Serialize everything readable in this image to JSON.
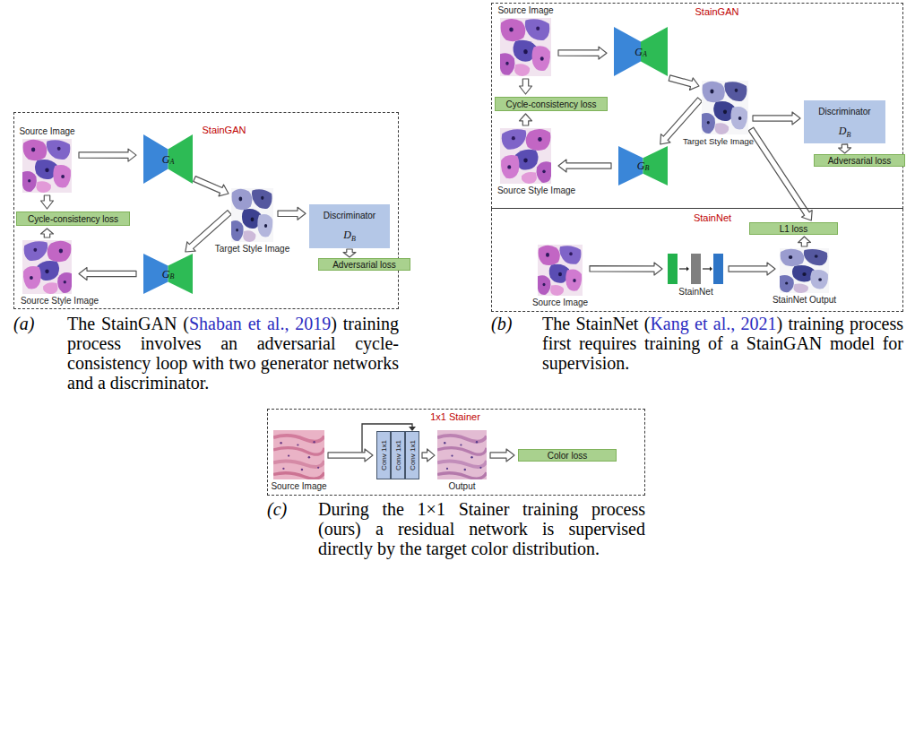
{
  "diagram": {
    "nodes": [
      {
        "text": [
          "StainGAN"
        ]
      },
      {
        "text": [
          "Source Image"
        ],
        "in": 0
      },
      {
        "text": [
          "G",
          "A"
        ],
        "in": 0
      },
      {
        "text": [
          "Target Style Image"
        ],
        "in": 0
      },
      {
        "text": [
          "Discriminator",
          "D",
          "B"
        ],
        "in": 0
      },
      {
        "text": [
          "Cycle-consistency loss"
        ],
        "in": 0
      },
      {
        "text": [
          "Adversarial loss"
        ],
        "in": 0
      },
      {
        "text": [
          "Source Style Image"
        ],
        "in": 0
      },
      {
        "text": [
          "G",
          "B"
        ],
        "in": 0
      },
      {
        "text": [
          "StainGAN"
        ]
      },
      {
        "text": [
          "Source Image"
        ],
        "in": 9
      },
      {
        "text": [
          "G",
          "A"
        ],
        "in": 9
      },
      {
        "text": [
          "Target Style Image"
        ],
        "in": 9
      },
      {
        "text": [
          "Discriminator",
          "D",
          "B"
        ],
        "in": 9
      },
      {
        "text": [
          "Cycle-consistency loss"
        ],
        "in": 9
      },
      {
        "text": [
          "Adversarial loss"
        ],
        "in": 9
      },
      {
        "text": [
          "Source Style Image"
        ],
        "in": 9
      },
      {
        "text": [
          "G",
          "B"
        ],
        "in": 9
      },
      {
        "text": [
          "StainNet"
        ]
      },
      {
        "text": [
          "L1 loss"
        ],
        "in": 18
      },
      {
        "text": [
          "Source Image"
        ],
        "in": 18
      },
      {
        "text": [
          "StainNet"
        ],
        "in": 18
      },
      {
        "text": [
          "StainNet Output"
        ],
        "in": 18
      },
      {
        "text": [
          "1x1 Stainer"
        ]
      },
      {
        "text": [
          "Source Image"
        ],
        "in": 23
      },
      {
        "text": [
          "Conv 1x1"
        ],
        "in": 23
      },
      {
        "text": [
          "Conv 1x1"
        ],
        "in": 23
      },
      {
        "text": [
          "Conv 1x1"
        ],
        "in": 23
      },
      {
        "text": [
          "Output"
        ],
        "in": 23
      },
      {
        "text": [
          "Color loss"
        ],
        "in": 23
      }
    ],
    "edges": [
      {
        "from": 1,
        "to": 2,
        "arrow": "to"
      },
      {
        "from": 2,
        "to": 3,
        "arrow": "to"
      },
      {
        "from": 3,
        "to": 4,
        "arrow": "to"
      },
      {
        "from": 4,
        "to": 6,
        "arrow": "to"
      },
      {
        "from": 3,
        "to": 8,
        "arrow": "to"
      },
      {
        "from": 8,
        "to": 7,
        "arrow": "to"
      },
      {
        "from": 1,
        "to": 5,
        "arrow": "to"
      },
      {
        "from": 7,
        "to": 5,
        "arrow": "to"
      },
      {
        "from": 10,
        "to": 11,
        "arrow": "to"
      },
      {
        "from": 11,
        "to": 12,
        "arrow": "to"
      },
      {
        "from": 12,
        "to": 13,
        "arrow": "to"
      },
      {
        "from": 13,
        "to": 15,
        "arrow": "to"
      },
      {
        "from": 12,
        "to": 17,
        "arrow": "to"
      },
      {
        "from": 10,
        "to": 14,
        "arrow": "to"
      },
      {
        "from": 16,
        "to": 14,
        "arrow": "to"
      },
      {
        "from": 17,
        "to": 16,
        "arrow": "to"
      },
      {
        "from": 12,
        "to": 19,
        "arrow": "to"
      },
      {
        "from": 20,
        "to": 21,
        "arrow": "to"
      },
      {
        "from": 21,
        "to": 22,
        "arrow": "to"
      },
      {
        "from": 22,
        "to": 19,
        "arrow": "to"
      },
      {
        "from": 24,
        "to": 25,
        "arrow": "to"
      },
      {
        "from": 27,
        "to": 28,
        "arrow": "to"
      },
      {
        "from": 28,
        "to": 29,
        "arrow": "to"
      }
    ],
    "labels": [
      "(a)",
      "The StainGAN (",
      "Shaban et al., 2019",
      ") training process involves an adversarial cycle-consistency loop with two generator networks and a discriminator.",
      "(b)",
      "The StainNet (",
      "Kang et al., 2021",
      ") training process first requires training of a StainGAN model for supervision.",
      "(c)",
      "During the 1×1 Stainer training process (ours) a residual network is supervised directly by the target color distribution."
    ]
  }
}
